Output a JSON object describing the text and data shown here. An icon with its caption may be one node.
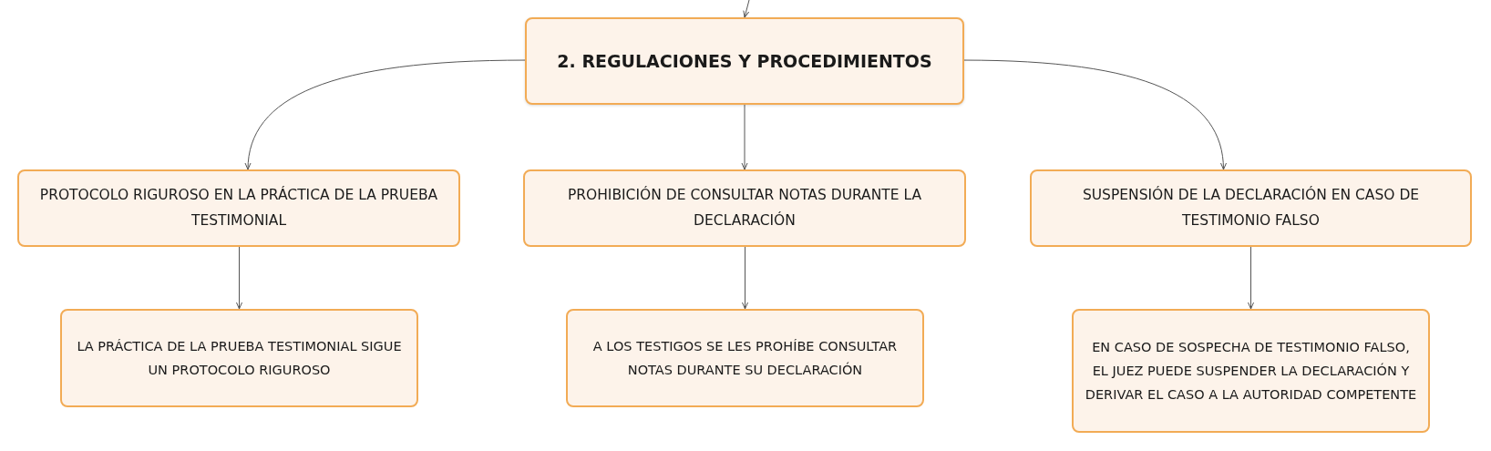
{
  "diagram": {
    "nodes": [
      {
        "text": [
          "2. REGULACIONES Y PROCEDIMIENTOS"
        ]
      },
      {
        "text": [
          "PROTOCOLO RIGUROSO EN LA PRÁCTICA DE LA PRUEBA TESTIMONIAL"
        ]
      },
      {
        "text": [
          "PROHIBICIÓN DE CONSULTAR NOTAS DURANTE LA DECLARACIÓN"
        ]
      },
      {
        "text": [
          "SUSPENSIÓN DE LA DECLARACIÓN EN CASO DE TESTIMONIO FALSO"
        ]
      },
      {
        "text": [
          "LA PRÁCTICA DE LA PRUEBA TESTIMONIAL SIGUE UN PROTOCOLO RIGUROSO"
        ]
      },
      {
        "text": [
          "A LOS TESTIGOS SE LES PROHÍBE CONSULTAR NOTAS DURANTE SU DECLARACIÓN"
        ]
      },
      {
        "text": [
          "EN CASO DE SOSPECHA DE TESTIMONIO FALSO, EL JUEZ PUEDE SUSPENDER LA DECLARACIÓN Y DERIVAR EL CASO A LA AUTORIDAD COMPETENTE"
        ]
      }
    ],
    "edges": [
      {
        "from": null,
        "to": 0,
        "arrow": "to"
      },
      {
        "from": 0,
        "to": 1,
        "arrow": "to"
      },
      {
        "from": 0,
        "to": 2,
        "arrow": "to"
      },
      {
        "from": 0,
        "to": 3,
        "arrow": "to"
      },
      {
        "from": 1,
        "to": 4,
        "arrow": "to"
      },
      {
        "from": 2,
        "to": 5,
        "arrow": "to"
      },
      {
        "from": 3,
        "to": 6,
        "arrow": "to"
      }
    ]
  }
}
